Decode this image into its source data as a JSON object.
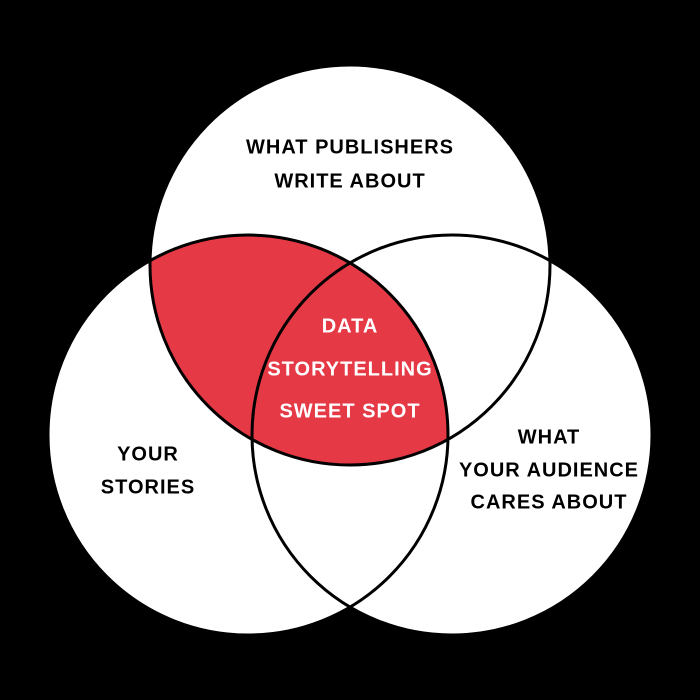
{
  "diagram": {
    "type": "venn-3",
    "background_color": "#000000",
    "circle_fill": "#ffffff",
    "circle_stroke": "#000000",
    "highlight_color": "#e63946",
    "circles": [
      {
        "id": "publishers",
        "lines": [
          "WHAT PUBLISHERS",
          "WRITE ABOUT"
        ],
        "text_color": "#000000"
      },
      {
        "id": "your-stories",
        "lines": [
          "YOUR",
          "STORIES"
        ],
        "text_color": "#000000"
      },
      {
        "id": "audience",
        "lines": [
          "WHAT",
          "YOUR AUDIENCE",
          "CARES ABOUT"
        ],
        "text_color": "#000000"
      }
    ],
    "center": {
      "lines": [
        "DATA",
        "STORYTELLING",
        "SWEET SPOT"
      ],
      "text_color": "#ffffff"
    }
  }
}
